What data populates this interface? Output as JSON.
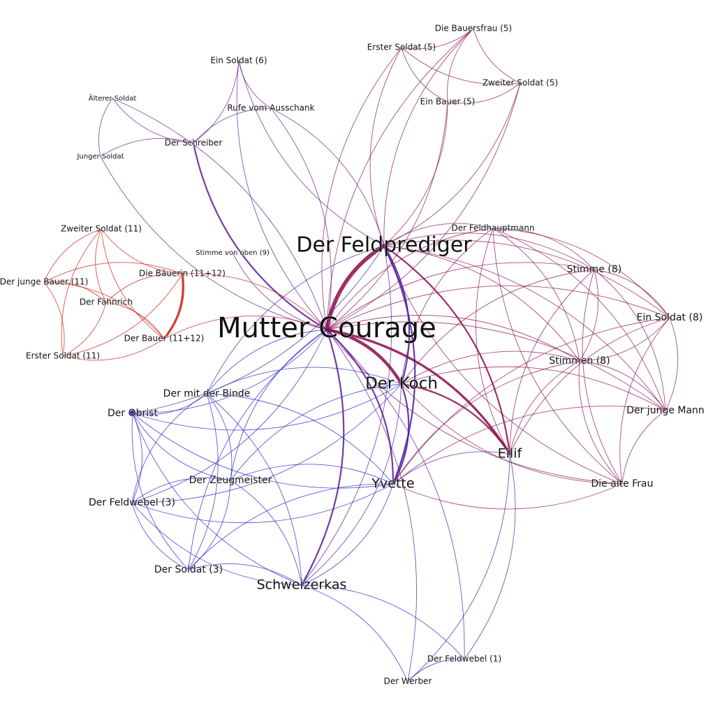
{
  "colors": {
    "red": "#cc1a10",
    "blue": "#2222cc",
    "purple": "#5a1a90",
    "magenta": "#8a1050",
    "violet": "#4a1aa0",
    "heavy": "#8a0a4a",
    "background": "#ffffff",
    "label": "#111111"
  },
  "nodes": [
    {
      "id": "mutter",
      "label": "Mutter Courage",
      "size": "xl"
    },
    {
      "id": "feldprediger",
      "label": "Der Feldprediger",
      "size": "l"
    },
    {
      "id": "koch",
      "label": "Der Koch",
      "size": "m"
    },
    {
      "id": "eilif",
      "label": "Eilif",
      "size": "s"
    },
    {
      "id": "yvette",
      "label": "Yvette",
      "size": "s"
    },
    {
      "id": "schweizerkas",
      "label": "Schweizerkas",
      "size": "s"
    },
    {
      "id": "obrist",
      "label": "Der Obrist",
      "size": "xs",
      "dot": true
    },
    {
      "id": "binde",
      "label": "Der mit der Binde",
      "size": "xs"
    },
    {
      "id": "zeugmeister",
      "label": "Der Zeugmeister",
      "size": "xs"
    },
    {
      "id": "feldwebel3",
      "label": "Der Feldwebel (3)",
      "size": "xs"
    },
    {
      "id": "soldat3",
      "label": "Der Soldat (3)",
      "size": "xs"
    },
    {
      "id": "feldwebel1",
      "label": "Der Feldwebel (1)",
      "size": "xxs"
    },
    {
      "id": "werber",
      "label": "Der Werber",
      "size": "xxs"
    },
    {
      "id": "feldhauptmann",
      "label": "Der Feldhauptmann",
      "size": "xxs"
    },
    {
      "id": "stimme8",
      "label": "Stimme (8)",
      "size": "xs"
    },
    {
      "id": "einsoldat8",
      "label": "Ein Soldat (8)",
      "size": "xs"
    },
    {
      "id": "stimmen8",
      "label": "Stimmen (8)",
      "size": "xs"
    },
    {
      "id": "jungemann",
      "label": "Der junge Mann",
      "size": "xs"
    },
    {
      "id": "altefrau",
      "label": "Die alte Frau",
      "size": "xs"
    },
    {
      "id": "bauersfrau5",
      "label": "Die Bauersfrau (5)",
      "size": "xxs"
    },
    {
      "id": "erstersoldat5",
      "label": "Erster Soldat (5)",
      "size": "xxs"
    },
    {
      "id": "zweitersoldat5",
      "label": "Zweiter Soldat (5)",
      "size": "xxs"
    },
    {
      "id": "einbauer5",
      "label": "Ein Bauer (5)",
      "size": "xxs"
    },
    {
      "id": "einsoldat6",
      "label": "Ein Soldat (6)",
      "size": "xxs"
    },
    {
      "id": "rufe",
      "label": "Rufe vom Ausschank",
      "size": "xxs"
    },
    {
      "id": "aeltere",
      "label": "Älterer Soldat",
      "size": "xxxs"
    },
    {
      "id": "junger",
      "label": "Junger Soldat",
      "size": "xxxs"
    },
    {
      "id": "schreiber",
      "label": "Der Schreiber",
      "size": "xxs"
    },
    {
      "id": "stimmeoben",
      "label": "Stimme von oben (9)",
      "size": "xxxs"
    },
    {
      "id": "zweitersoldat11",
      "label": "Zweiter Soldat (11)",
      "size": "xxs"
    },
    {
      "id": "jungebauer11",
      "label": "Der junge Bauer (11)",
      "size": "xxs"
    },
    {
      "id": "faehnrich",
      "label": "Der Fähnrich",
      "size": "xxs"
    },
    {
      "id": "bauerin",
      "label": "Die Bäuerin (11+12)",
      "size": "xxs"
    },
    {
      "id": "bauer1112",
      "label": "Der Bauer (11+12)",
      "size": "xxs"
    },
    {
      "id": "erstersoldat11",
      "label": "Erster Soldat (11)",
      "size": "xxs"
    }
  ],
  "edges": [
    [
      "mutter",
      "feldprediger",
      "heavy",
      5
    ],
    [
      "mutter",
      "koch",
      "heavy",
      4
    ],
    [
      "mutter",
      "eilif",
      "heavy",
      3
    ],
    [
      "mutter",
      "yvette",
      "purple",
      2
    ],
    [
      "mutter",
      "schweizerkas",
      "purple",
      2
    ],
    [
      "mutter",
      "schreiber",
      "purple",
      2
    ],
    [
      "mutter",
      "obrist",
      "blue",
      1
    ],
    [
      "mutter",
      "binde",
      "blue",
      1
    ],
    [
      "mutter",
      "zeugmeister",
      "blue",
      1
    ],
    [
      "mutter",
      "feldwebel3",
      "blue",
      1
    ],
    [
      "mutter",
      "soldat3",
      "blue",
      1
    ],
    [
      "mutter",
      "werber",
      "violet",
      1
    ],
    [
      "mutter",
      "feldwebel1",
      "violet",
      1
    ],
    [
      "mutter",
      "einsoldat6",
      "purple",
      1
    ],
    [
      "mutter",
      "rufe",
      "purple",
      1
    ],
    [
      "mutter",
      "aeltere",
      "purple",
      1
    ],
    [
      "mutter",
      "junger",
      "purple",
      1
    ],
    [
      "mutter",
      "stimmeoben",
      "purple",
      1
    ],
    [
      "mutter",
      "bauer1112",
      "red",
      1
    ],
    [
      "mutter",
      "bauerin",
      "red",
      1
    ],
    [
      "mutter",
      "feldhauptmann",
      "magenta",
      1
    ],
    [
      "mutter",
      "stimme8",
      "magenta",
      1
    ],
    [
      "mutter",
      "stimmen8",
      "magenta",
      1
    ],
    [
      "mutter",
      "einsoldat8",
      "magenta",
      1
    ],
    [
      "mutter",
      "jungemann",
      "magenta",
      1
    ],
    [
      "mutter",
      "altefrau",
      "magenta",
      1
    ],
    [
      "mutter",
      "einbauer5",
      "magenta",
      1
    ],
    [
      "mutter",
      "erstersoldat5",
      "magenta",
      1
    ],
    [
      "mutter",
      "bauersfrau5",
      "magenta",
      1
    ],
    [
      "mutter",
      "zweitersoldat5",
      "magenta",
      1
    ],
    [
      "feldprediger",
      "koch",
      "violet",
      2
    ],
    [
      "feldprediger",
      "yvette",
      "violet",
      2
    ],
    [
      "feldprediger",
      "eilif",
      "heavy",
      2
    ],
    [
      "feldprediger",
      "schweizerkas",
      "violet",
      1
    ],
    [
      "feldprediger",
      "feldhauptmann",
      "magenta",
      1
    ],
    [
      "feldprediger",
      "stimme8",
      "magenta",
      1
    ],
    [
      "feldprediger",
      "stimmen8",
      "magenta",
      1
    ],
    [
      "feldprediger",
      "einsoldat8",
      "magenta",
      1
    ],
    [
      "feldprediger",
      "jungemann",
      "magenta",
      1
    ],
    [
      "feldprediger",
      "altefrau",
      "magenta",
      1
    ],
    [
      "feldprediger",
      "einbauer5",
      "magenta",
      1
    ],
    [
      "feldprediger",
      "erstersoldat5",
      "magenta",
      1
    ],
    [
      "feldprediger",
      "bauersfrau5",
      "magenta",
      1
    ],
    [
      "feldprediger",
      "zweitersoldat5",
      "magenta",
      1
    ],
    [
      "feldprediger",
      "einsoldat6",
      "purple",
      1
    ],
    [
      "feldprediger",
      "rufe",
      "purple",
      1
    ],
    [
      "feldprediger",
      "obrist",
      "violet",
      1
    ],
    [
      "feldprediger",
      "binde",
      "violet",
      1
    ],
    [
      "koch",
      "eilif",
      "heavy",
      2
    ],
    [
      "koch",
      "yvette",
      "violet",
      2
    ],
    [
      "koch",
      "schweizerkas",
      "violet",
      1
    ],
    [
      "koch",
      "feldhauptmann",
      "magenta",
      1
    ],
    [
      "koch",
      "stimmen8",
      "magenta",
      1
    ],
    [
      "koch",
      "stimme8",
      "magenta",
      1
    ],
    [
      "koch",
      "jungemann",
      "magenta",
      1
    ],
    [
      "koch",
      "altefrau",
      "magenta",
      1
    ],
    [
      "koch",
      "obrist",
      "blue",
      1
    ],
    [
      "koch",
      "binde",
      "blue",
      1
    ],
    [
      "koch",
      "zeugmeister",
      "blue",
      1
    ],
    [
      "koch",
      "feldwebel3",
      "blue",
      1
    ],
    [
      "yvette",
      "schweizerkas",
      "blue",
      1
    ],
    [
      "yvette",
      "eilif",
      "violet",
      1
    ],
    [
      "yvette",
      "obrist",
      "blue",
      1
    ],
    [
      "yvette",
      "binde",
      "blue",
      1
    ],
    [
      "yvette",
      "zeugmeister",
      "blue",
      1
    ],
    [
      "yvette",
      "feldwebel3",
      "blue",
      1
    ],
    [
      "yvette",
      "soldat3",
      "blue",
      1
    ],
    [
      "yvette",
      "stimmen8",
      "magenta",
      1
    ],
    [
      "yvette",
      "einsoldat8",
      "magenta",
      1
    ],
    [
      "yvette",
      "jungemann",
      "magenta",
      1
    ],
    [
      "yvette",
      "altefrau",
      "magenta",
      1
    ],
    [
      "eilif",
      "werber",
      "violet",
      1
    ],
    [
      "eilif",
      "feldwebel1",
      "violet",
      1
    ],
    [
      "eilif",
      "feldhauptmann",
      "magenta",
      1
    ],
    [
      "eilif",
      "stimme8",
      "magenta",
      1
    ],
    [
      "eilif",
      "stimmen8",
      "magenta",
      1
    ],
    [
      "eilif",
      "einsoldat8",
      "magenta",
      1
    ],
    [
      "schweizerkas",
      "werber",
      "blue",
      1
    ],
    [
      "schweizerkas",
      "feldwebel1",
      "blue",
      1
    ],
    [
      "schweizerkas",
      "obrist",
      "blue",
      1
    ],
    [
      "schweizerkas",
      "binde",
      "blue",
      1
    ],
    [
      "schweizerkas",
      "zeugmeister",
      "blue",
      1
    ],
    [
      "schweizerkas",
      "feldwebel3",
      "blue",
      1
    ],
    [
      "schweizerkas",
      "soldat3",
      "blue",
      1
    ],
    [
      "werber",
      "feldwebel1",
      "blue",
      1
    ],
    [
      "obrist",
      "binde",
      "blue",
      1
    ],
    [
      "obrist",
      "zeugmeister",
      "blue",
      1
    ],
    [
      "obrist",
      "feldwebel3",
      "blue",
      1
    ],
    [
      "obrist",
      "soldat3",
      "blue",
      1
    ],
    [
      "binde",
      "zeugmeister",
      "blue",
      1
    ],
    [
      "binde",
      "feldwebel3",
      "blue",
      1
    ],
    [
      "binde",
      "soldat3",
      "blue",
      1
    ],
    [
      "zeugmeister",
      "feldwebel3",
      "blue",
      1
    ],
    [
      "zeugmeister",
      "soldat3",
      "blue",
      1
    ],
    [
      "feldwebel3",
      "soldat3",
      "blue",
      1
    ],
    [
      "feldhauptmann",
      "stimme8",
      "magenta",
      1
    ],
    [
      "feldhauptmann",
      "stimmen8",
      "magenta",
      1
    ],
    [
      "feldhauptmann",
      "einsoldat8",
      "magenta",
      1
    ],
    [
      "feldhauptmann",
      "jungemann",
      "magenta",
      1
    ],
    [
      "feldhauptmann",
      "altefrau",
      "magenta",
      1
    ],
    [
      "stimme8",
      "stimmen8",
      "magenta",
      1
    ],
    [
      "stimme8",
      "einsoldat8",
      "magenta",
      1
    ],
    [
      "stimme8",
      "jungemann",
      "magenta",
      1
    ],
    [
      "stimme8",
      "altefrau",
      "magenta",
      1
    ],
    [
      "einsoldat8",
      "stimmen8",
      "magenta",
      1
    ],
    [
      "einsoldat8",
      "jungemann",
      "magenta",
      1
    ],
    [
      "einsoldat8",
      "altefrau",
      "magenta",
      1
    ],
    [
      "stimmen8",
      "jungemann",
      "magenta",
      1
    ],
    [
      "stimmen8",
      "altefrau",
      "magenta",
      1
    ],
    [
      "jungemann",
      "altefrau",
      "magenta",
      1
    ],
    [
      "bauersfrau5",
      "erstersoldat5",
      "magenta",
      1
    ],
    [
      "bauersfrau5",
      "zweitersoldat5",
      "magenta",
      1
    ],
    [
      "bauersfrau5",
      "einbauer5",
      "magenta",
      1
    ],
    [
      "erstersoldat5",
      "zweitersoldat5",
      "magenta",
      1
    ],
    [
      "erstersoldat5",
      "einbauer5",
      "magenta",
      1
    ],
    [
      "zweitersoldat5",
      "einbauer5",
      "magenta",
      1
    ],
    [
      "einsoldat6",
      "rufe",
      "purple",
      1
    ],
    [
      "einsoldat6",
      "schreiber",
      "purple",
      1
    ],
    [
      "rufe",
      "schreiber",
      "purple",
      1
    ],
    [
      "aeltere",
      "junger",
      "purple",
      1
    ],
    [
      "aeltere",
      "schreiber",
      "purple",
      1
    ],
    [
      "junger",
      "schreiber",
      "purple",
      1
    ],
    [
      "zweitersoldat11",
      "jungebauer11",
      "red",
      1
    ],
    [
      "zweitersoldat11",
      "faehnrich",
      "red",
      1
    ],
    [
      "zweitersoldat11",
      "bauerin",
      "red",
      1
    ],
    [
      "zweitersoldat11",
      "bauer1112",
      "red",
      1
    ],
    [
      "zweitersoldat11",
      "erstersoldat11",
      "red",
      1
    ],
    [
      "jungebauer11",
      "faehnrich",
      "red",
      1
    ],
    [
      "jungebauer11",
      "bauerin",
      "red",
      1
    ],
    [
      "jungebauer11",
      "bauer1112",
      "red",
      1
    ],
    [
      "jungebauer11",
      "erstersoldat11",
      "red",
      1
    ],
    [
      "faehnrich",
      "bauerin",
      "red",
      1
    ],
    [
      "faehnrich",
      "bauer1112",
      "red",
      1
    ],
    [
      "faehnrich",
      "erstersoldat11",
      "red",
      1
    ],
    [
      "bauerin",
      "bauer1112",
      "red",
      3
    ],
    [
      "bauerin",
      "erstersoldat11",
      "red",
      1
    ],
    [
      "bauer1112",
      "erstersoldat11",
      "red",
      1
    ]
  ]
}
